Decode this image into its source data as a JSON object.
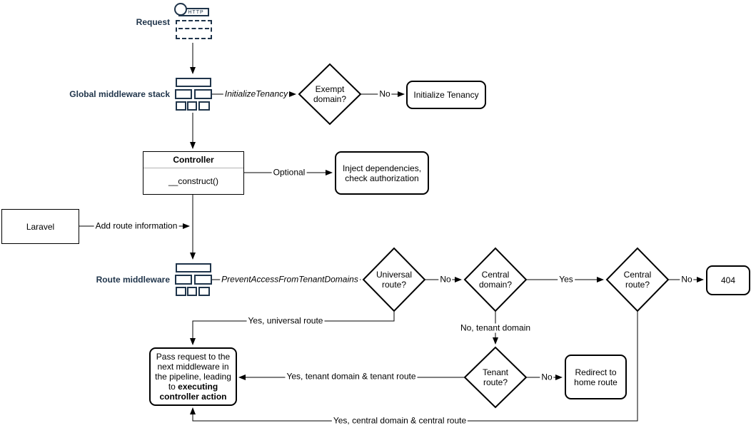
{
  "colors": {
    "accent_navy": "#1f344a",
    "shape_stroke": "#000000",
    "background": "#ffffff"
  },
  "stages": {
    "request_label": "Request",
    "http_icon_text": "HTTP",
    "global_middleware_label": "Global middleware stack",
    "route_middleware_label": "Route middleware"
  },
  "nodes": {
    "exempt_domain": "Exempt domain?",
    "initialize_tenancy": "Initialize Tenancy",
    "controller_title": "Controller",
    "controller_method": "__construct()",
    "inject_dependencies": "Inject dependencies, check authorization",
    "laravel": "Laravel",
    "universal_route": "Universal route?",
    "central_domain": "Central domain?",
    "central_route": "Central route?",
    "not_found": "404",
    "tenant_route": "Tenant route?",
    "redirect_home": "Redirect to home route",
    "pass_request_normal": "Pass request to the next middleware in the pipeline, leading to ",
    "pass_request_bold": "executing controller action"
  },
  "edge_labels": {
    "initialize_tenancy_middleware": "InitializeTenancy",
    "exempt_no": "No",
    "optional": "Optional",
    "add_route_information": "Add route information",
    "prevent_access_middleware": "PreventAccessFromTenantDomains",
    "universal_no": "No",
    "central_domain_yes": "Yes",
    "central_route_no": "No",
    "tenant_route_no": "No",
    "yes_universal_route": "Yes, universal route",
    "no_tenant_domain": "No, tenant domain",
    "yes_tenant_domain_route": "Yes, tenant domain & tenant route",
    "yes_central_domain_route": "Yes, central domain & central route"
  }
}
